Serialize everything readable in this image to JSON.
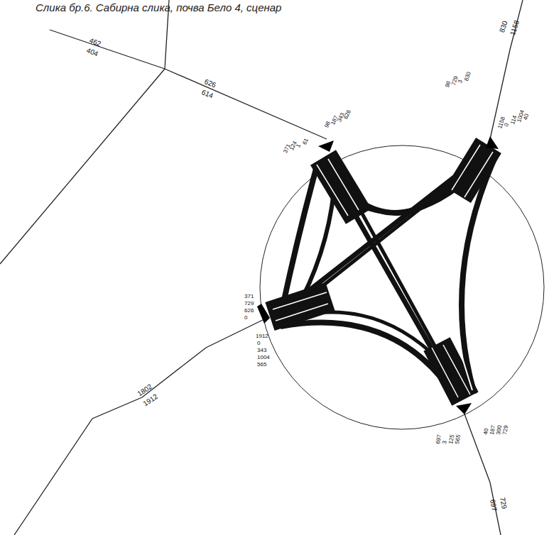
{
  "diagram": {
    "caption": "Слика бр.6. Сабирна слика, почва Бело 4, сценар",
    "labels": [
      "462",
      "404",
      "626",
      "614",
      "371",
      "124",
      "1",
      "61",
      "98",
      "187",
      "343",
      "626",
      "98",
      "729",
      "3",
      "830",
      "1158",
      "0",
      "114",
      "1004",
      "40",
      "830",
      "1158",
      "371",
      "729",
      "626",
      "0",
      "1912",
      "0",
      "343",
      "1004",
      "565",
      "1802",
      "1912",
      "697",
      "3",
      "125",
      "565",
      "40",
      "187",
      "300",
      "729",
      "729",
      "697"
    ]
  }
}
